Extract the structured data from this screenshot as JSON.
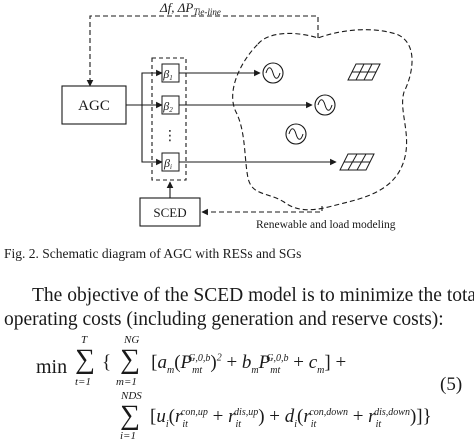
{
  "figure": {
    "feedback_label": "Δf, ΔP",
    "feedback_label_sub": "Tie-line",
    "agc_label": "AGC",
    "sced_label": "SCED",
    "beta_label": "β",
    "beta_subs": [
      "1",
      "2",
      "i"
    ],
    "dots": "⋮",
    "region_label": "Renewable and load modeling",
    "icons": [
      "sine-source-icon",
      "solar-panel-icon",
      "sine-source-icon",
      "sine-source-icon",
      "solar-panel-icon"
    ]
  },
  "caption": "Fig. 2.   Schematic diagram of AGC with RESs and SGs",
  "paragraph": {
    "line1": "The objective of the SCED model is to minimize the total",
    "line2": "operating costs (including generation and reserve costs):"
  },
  "equation": {
    "min": "min",
    "number": "(5)",
    "outer_sum": {
      "upper": "T",
      "lower": "t=1"
    },
    "sum1": {
      "upper": "NG",
      "lower": "m=1"
    },
    "sum2": {
      "upper": "NDS",
      "lower": "i=1"
    }
  }
}
